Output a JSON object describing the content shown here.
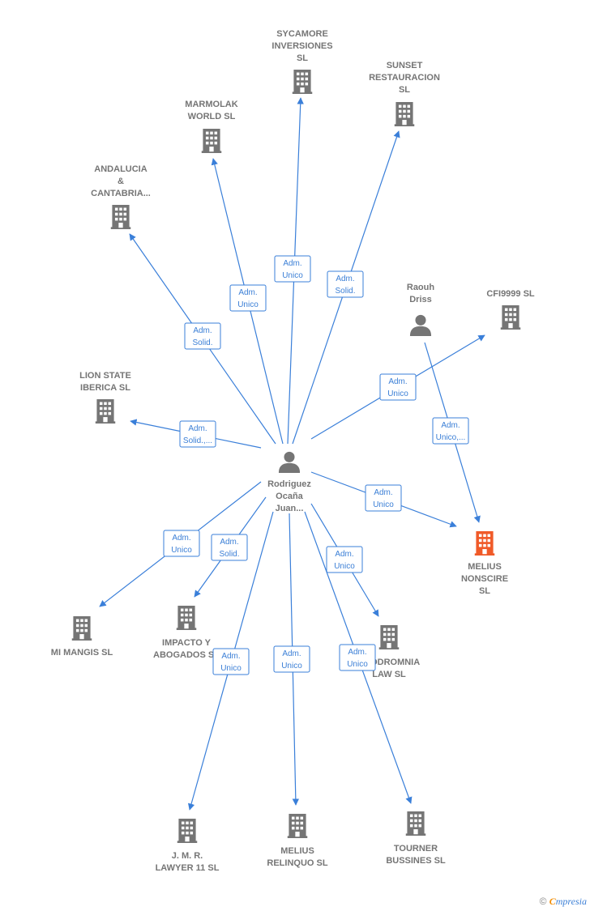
{
  "colors": {
    "edge": "#3a7fd9",
    "label_border": "#3a7fd9",
    "label_text": "#3b7fd6",
    "company": "#757575",
    "focus_company": "#f05a28",
    "person": "#757575",
    "node_text": "#757575"
  },
  "nodes": [
    {
      "id": "center",
      "type": "person",
      "lines": [
        "Rodriguez",
        "Ocaña",
        "Juan..."
      ]
    },
    {
      "id": "sycamore",
      "type": "company",
      "lines": [
        "SYCAMORE",
        "INVERSIONES",
        "SL"
      ]
    },
    {
      "id": "sunset",
      "type": "company",
      "lines": [
        "SUNSET",
        "RESTAURACION",
        "SL"
      ]
    },
    {
      "id": "marmolak",
      "type": "company",
      "lines": [
        "MARMOLAK",
        "WORLD  SL"
      ]
    },
    {
      "id": "andalucia",
      "type": "company",
      "lines": [
        "ANDALUCIA",
        "&",
        "CANTABRIA..."
      ]
    },
    {
      "id": "lionstate",
      "type": "company",
      "lines": [
        "LION STATE",
        "IBERICA  SL"
      ]
    },
    {
      "id": "raouh",
      "type": "person",
      "lines": [
        "Raouh",
        "Driss"
      ]
    },
    {
      "id": "cfi9999",
      "type": "company",
      "lines": [
        "CFI9999  SL"
      ]
    },
    {
      "id": "melius_nonscire",
      "type": "company",
      "focus": true,
      "lines": [
        "MELIUS",
        "NONSCIRE",
        "SL"
      ]
    },
    {
      "id": "mimangis",
      "type": "company",
      "lines": [
        "MI MANGIS SL"
      ]
    },
    {
      "id": "impacto",
      "type": "company",
      "lines": [
        "IMPACTO Y",
        "ABOGADOS SL"
      ]
    },
    {
      "id": "prodromnia",
      "type": "company",
      "lines": [
        "PRODROMNIA",
        "LAW  SL"
      ]
    },
    {
      "id": "jmr",
      "type": "company",
      "lines": [
        "J.  M. R.",
        "LAWYER 11 SL"
      ]
    },
    {
      "id": "melius_relinquo",
      "type": "company",
      "lines": [
        "MELIUS",
        "RELINQUO  SL"
      ]
    },
    {
      "id": "tourner",
      "type": "company",
      "lines": [
        "TOURNER",
        "BUSSINES  SL"
      ]
    }
  ],
  "edges": [
    {
      "from": "center",
      "to": "sycamore",
      "label": [
        "Adm.",
        "Unico"
      ]
    },
    {
      "from": "center",
      "to": "sunset",
      "label": [
        "Adm.",
        "Solid."
      ]
    },
    {
      "from": "center",
      "to": "marmolak",
      "label": [
        "Adm.",
        "Unico"
      ]
    },
    {
      "from": "center",
      "to": "andalucia",
      "label": [
        "Adm.",
        "Solid."
      ]
    },
    {
      "from": "center",
      "to": "lionstate",
      "label": [
        "Adm.",
        "Solid.,..."
      ]
    },
    {
      "from": "center",
      "to": "cfi9999",
      "label": [
        "Adm.",
        "Unico"
      ]
    },
    {
      "from": "raouh",
      "to": "melius_nonscire",
      "label": [
        "Adm.",
        "Unico,..."
      ]
    },
    {
      "from": "center",
      "to": "melius_nonscire",
      "label": [
        "Adm.",
        "Unico"
      ]
    },
    {
      "from": "center",
      "to": "mimangis",
      "label": [
        "Adm.",
        "Unico"
      ]
    },
    {
      "from": "center",
      "to": "impacto",
      "label": [
        "Adm.",
        "Solid."
      ]
    },
    {
      "from": "center",
      "to": "prodromnia",
      "label": [
        "Adm.",
        "Unico"
      ]
    },
    {
      "from": "center",
      "to": "jmr",
      "label": [
        "Adm.",
        "Unico"
      ]
    },
    {
      "from": "center",
      "to": "melius_relinquo",
      "label": [
        "Adm.",
        "Unico"
      ]
    },
    {
      "from": "center",
      "to": "tourner",
      "label": [
        "Adm.",
        "Unico"
      ]
    }
  ],
  "footer": {
    "copyright": "©",
    "brand_initial": "C",
    "brand_rest": "mpresia"
  }
}
